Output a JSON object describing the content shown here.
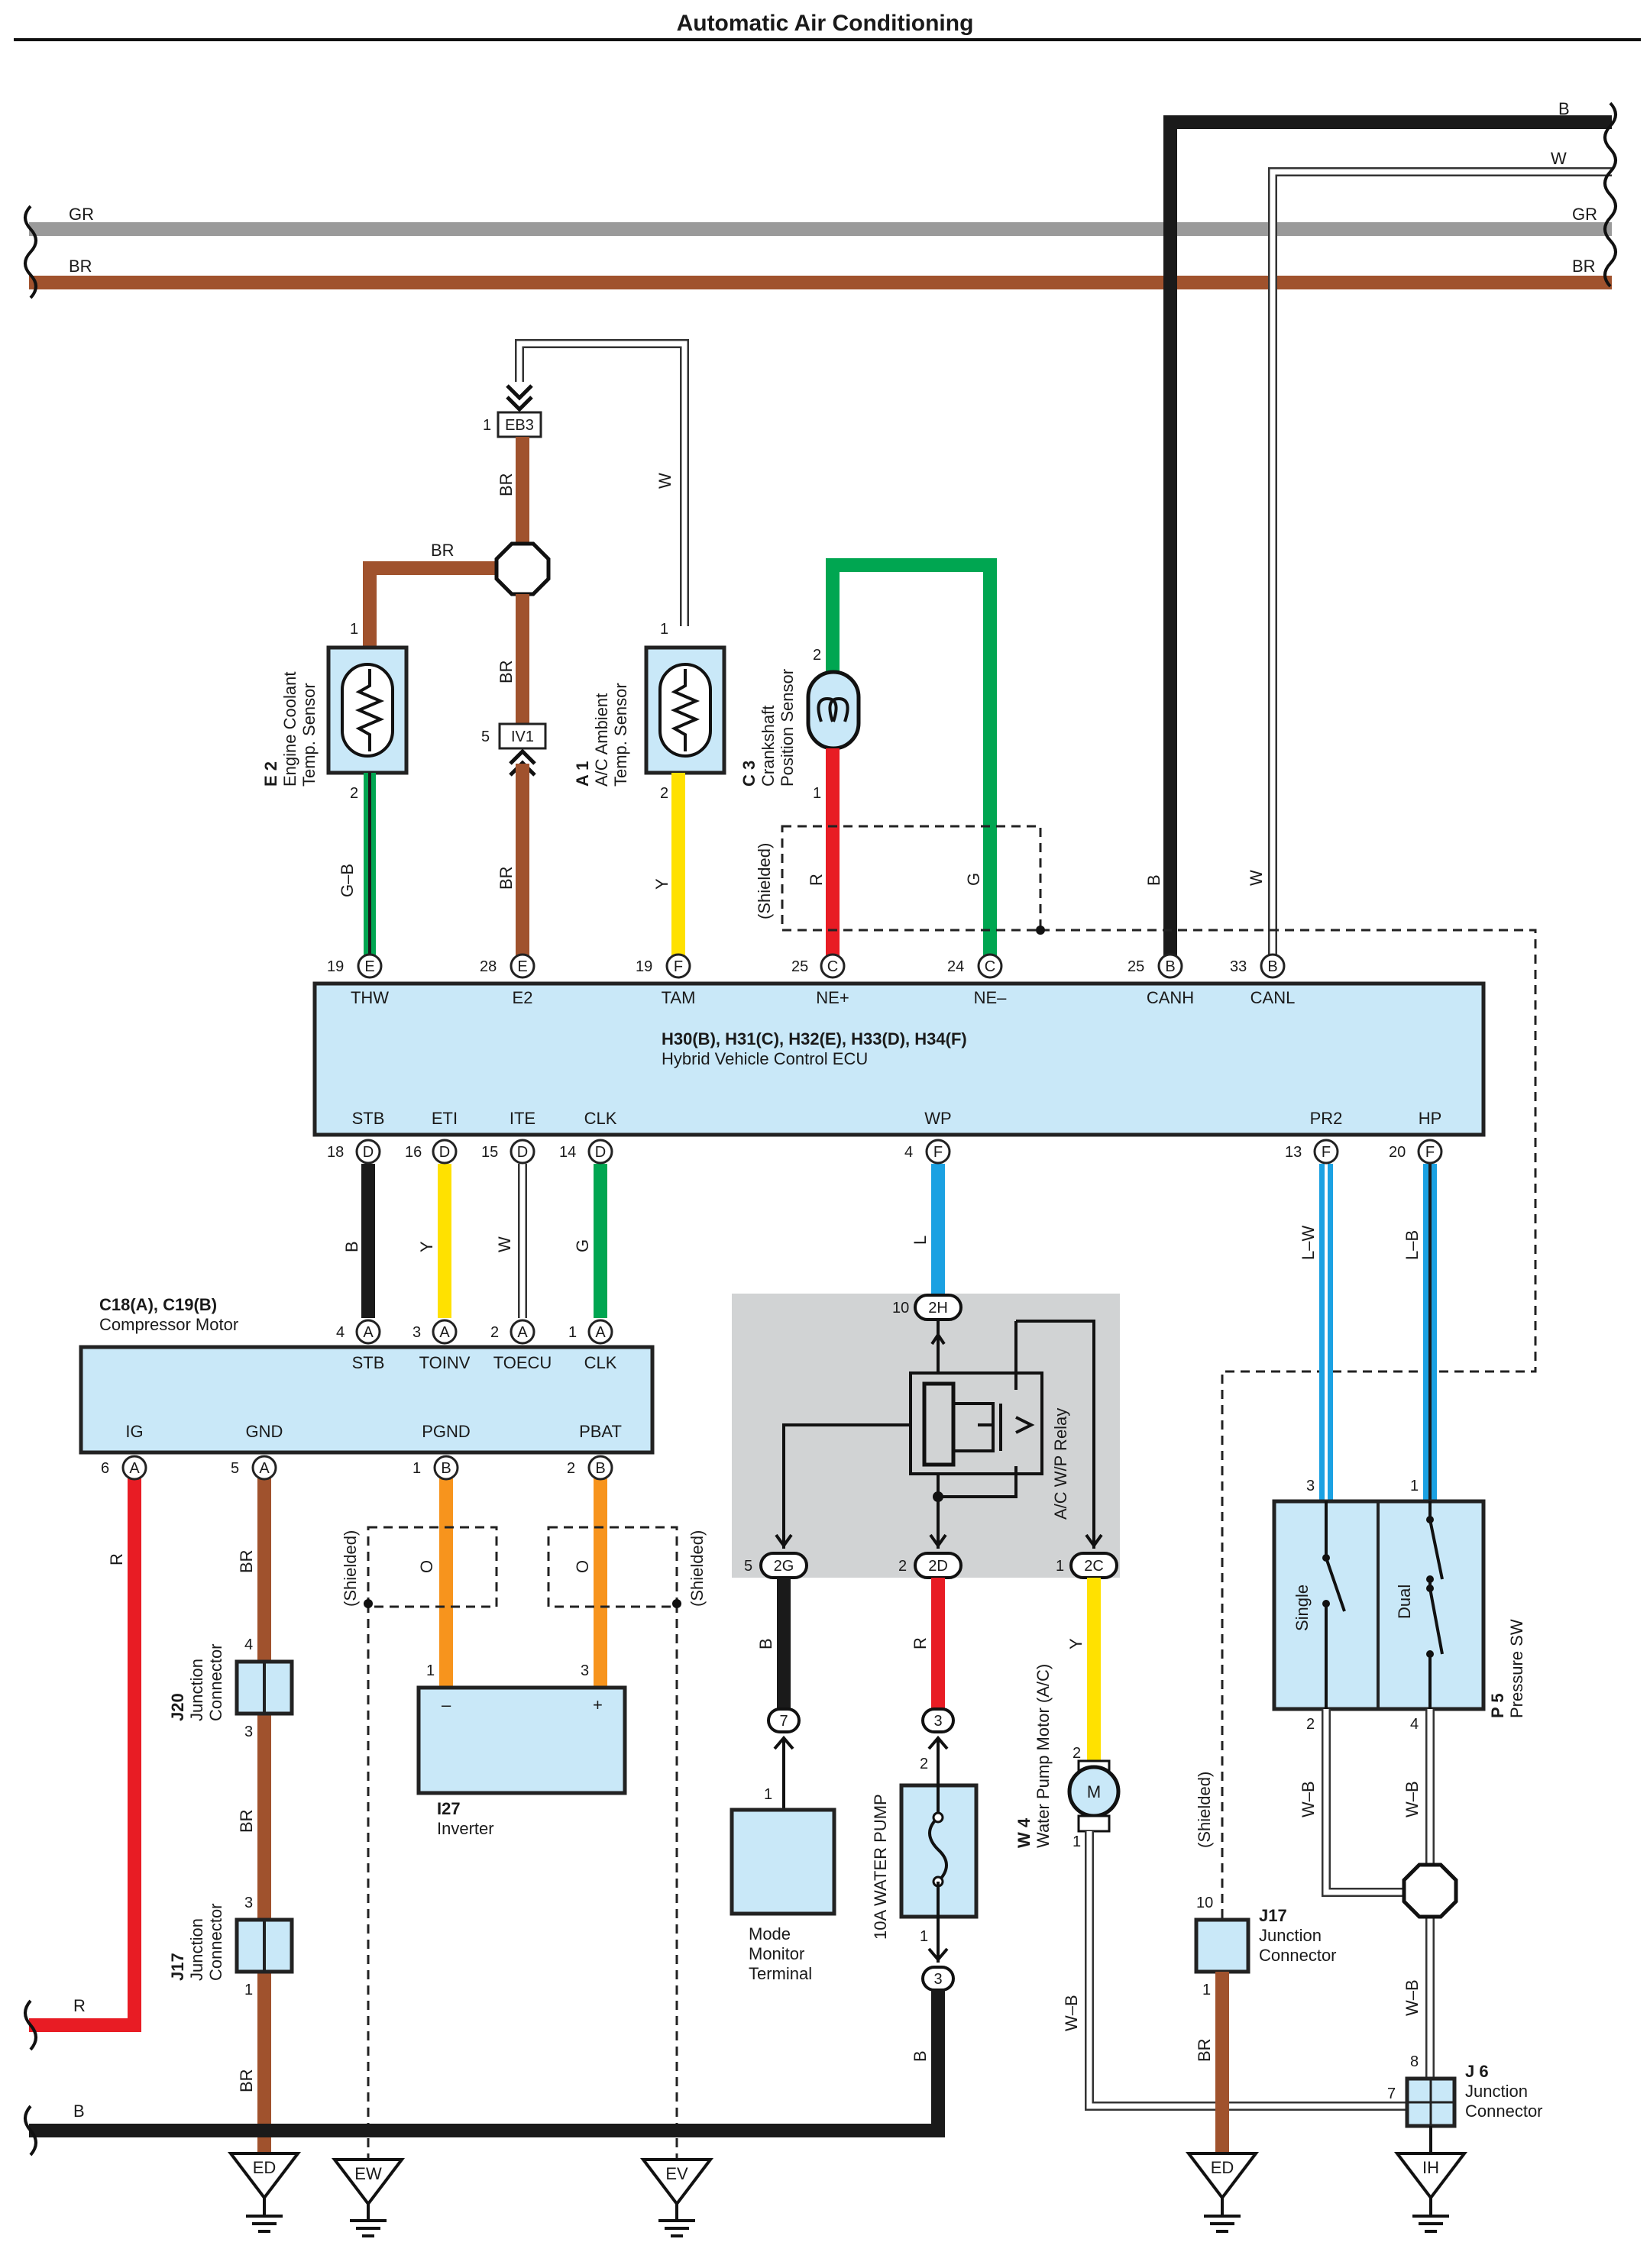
{
  "title": "Automatic Air Conditioning",
  "wire_colors": {
    "B": "#1a1a1a",
    "BR": "#a0522d",
    "GR": "#9a9a9a",
    "W": "#ffffff",
    "R": "#e81c24",
    "G": "#00a651",
    "Y": "#ffe100",
    "L": "#1ba1e2",
    "O": "#f7941d"
  },
  "buses": {
    "b": "B",
    "w": "W",
    "gr": "GR",
    "br": "BR",
    "r": "R"
  },
  "ecu": {
    "connectors": "H30(B), H31(C), H32(E), H33(D), H34(F)",
    "name": "Hybrid Vehicle Control ECU",
    "top_pins": [
      {
        "num": "19",
        "conn": "E",
        "term": "THW"
      },
      {
        "num": "28",
        "conn": "E",
        "term": "E2"
      },
      {
        "num": "19",
        "conn": "F",
        "term": "TAM"
      },
      {
        "num": "25",
        "conn": "C",
        "term": "NE+"
      },
      {
        "num": "24",
        "conn": "C",
        "term": "NE–"
      },
      {
        "num": "25",
        "conn": "B",
        "term": "CANH"
      },
      {
        "num": "33",
        "conn": "B",
        "term": "CANL"
      }
    ],
    "bottom_pins": [
      {
        "num": "18",
        "conn": "D",
        "term": "STB"
      },
      {
        "num": "16",
        "conn": "D",
        "term": "ETI"
      },
      {
        "num": "15",
        "conn": "D",
        "term": "ITE"
      },
      {
        "num": "14",
        "conn": "D",
        "term": "CLK"
      },
      {
        "num": "4",
        "conn": "F",
        "term": "WP"
      },
      {
        "num": "13",
        "conn": "F",
        "term": "PR2"
      },
      {
        "num": "20",
        "conn": "F",
        "term": "HP"
      }
    ]
  },
  "ecu_wires": {
    "thw": "G–B",
    "e2": "BR",
    "tam": "Y",
    "ne_plus": "R",
    "ne_minus": "G",
    "canh": "B",
    "canl": "W",
    "stb": "B",
    "eti": "Y",
    "ite": "W",
    "clk": "G",
    "wp": "L",
    "pr2": "L–W",
    "hp": "L–B"
  },
  "shielded": "(Shielded)",
  "eb3": {
    "label": "EB3",
    "pin": "1",
    "wire_up": "BR",
    "wire_w": "W"
  },
  "iv1": {
    "label": "IV1",
    "pin": "5",
    "wire_up": "BR"
  },
  "splice_br": "BR",
  "engine_coolant": {
    "code": "E 2",
    "line1": "Engine Coolant",
    "line2": "Temp. Sensor",
    "pin_top": "1",
    "pin_bottom": "2"
  },
  "ambient": {
    "code": "A 1",
    "line1": "A/C Ambient",
    "line2": "Temp. Sensor",
    "pin_top": "1",
    "pin_bottom": "2"
  },
  "crank": {
    "code": "C 3",
    "line1": "Crankshaft",
    "line2": "Position Sensor",
    "pin_top": "2",
    "pin_bottom": "1"
  },
  "compressor": {
    "connectors": "C18(A), C19(B)",
    "name": "Compressor Motor",
    "top_pins": [
      {
        "num": "4",
        "conn": "A",
        "term": "STB"
      },
      {
        "num": "3",
        "conn": "A",
        "term": "TOINV"
      },
      {
        "num": "2",
        "conn": "A",
        "term": "TOECU"
      },
      {
        "num": "1",
        "conn": "A",
        "term": "CLK"
      }
    ],
    "bottom_pins": [
      {
        "num": "6",
        "conn": "A",
        "term": "IG"
      },
      {
        "num": "5",
        "conn": "A",
        "term": "GND"
      },
      {
        "num": "1",
        "conn": "B",
        "term": "PGND"
      },
      {
        "num": "2",
        "conn": "B",
        "term": "PBAT"
      }
    ]
  },
  "comp_wires": {
    "ig": "R",
    "gnd_1": "BR",
    "gnd_2": "BR",
    "gnd_3": "BR",
    "pgnd": "O",
    "pbat": "O"
  },
  "inverter": {
    "code": "I27",
    "name": "Inverter",
    "pin_minus": "1",
    "pin_plus": "3",
    "minus": "–",
    "plus": "+"
  },
  "j20": {
    "code": "J20",
    "line1": "Junction",
    "line2": "Connector",
    "pin_top": "4",
    "pin_bottom": "3"
  },
  "j17a": {
    "code": "J17",
    "line1": "Junction",
    "line2": "Connector",
    "pin_top": "3",
    "pin_bottom": "1"
  },
  "relay": {
    "name": "A/C W/P Relay",
    "top": {
      "num": "10",
      "conn": "2H"
    },
    "outs": [
      {
        "num": "5",
        "conn": "2G"
      },
      {
        "num": "2",
        "conn": "2D"
      },
      {
        "num": "1",
        "conn": "2C"
      }
    ]
  },
  "relay_wires": {
    "out_2g": "B",
    "out_2d": "R",
    "out_2c": "Y",
    "fuse_out": "B"
  },
  "mode_monitor": {
    "line1": "Mode",
    "line2": "Monitor",
    "line3": "Terminal",
    "pin": "1",
    "conn": "7"
  },
  "fuse": {
    "label": "10A WATER PUMP",
    "pin_top": "2",
    "pin_bottom": "1",
    "conn_top": "3",
    "conn_bottom": "3"
  },
  "pump": {
    "code": "W 4",
    "name": "Water Pump Motor (A/C)",
    "symbol": "M",
    "pin_top": "2",
    "pin_bottom": "1",
    "wire_gnd": "W–B"
  },
  "pressure_sw": {
    "code": "P 5",
    "name": "Pressure SW",
    "single": "Single",
    "dual": "Dual",
    "pin_3": "3",
    "pin_1": "1",
    "pin_2": "2",
    "pin_4": "4",
    "wire_2": "W–B",
    "wire_4": "W–B",
    "wire_out": "W–B"
  },
  "j17b": {
    "code": "J17",
    "line1": "Junction",
    "line2": "Connector",
    "pin_top": "10",
    "pin_bottom": "1",
    "wire": "BR"
  },
  "j6": {
    "code": "J 6",
    "line1": "Junction",
    "line2": "Connector",
    "pin_top": "8",
    "pin_left": "7"
  },
  "grounds": [
    {
      "label": "ED"
    },
    {
      "label": "EW"
    },
    {
      "label": "EV"
    },
    {
      "label": "ED"
    },
    {
      "label": "IH"
    }
  ]
}
